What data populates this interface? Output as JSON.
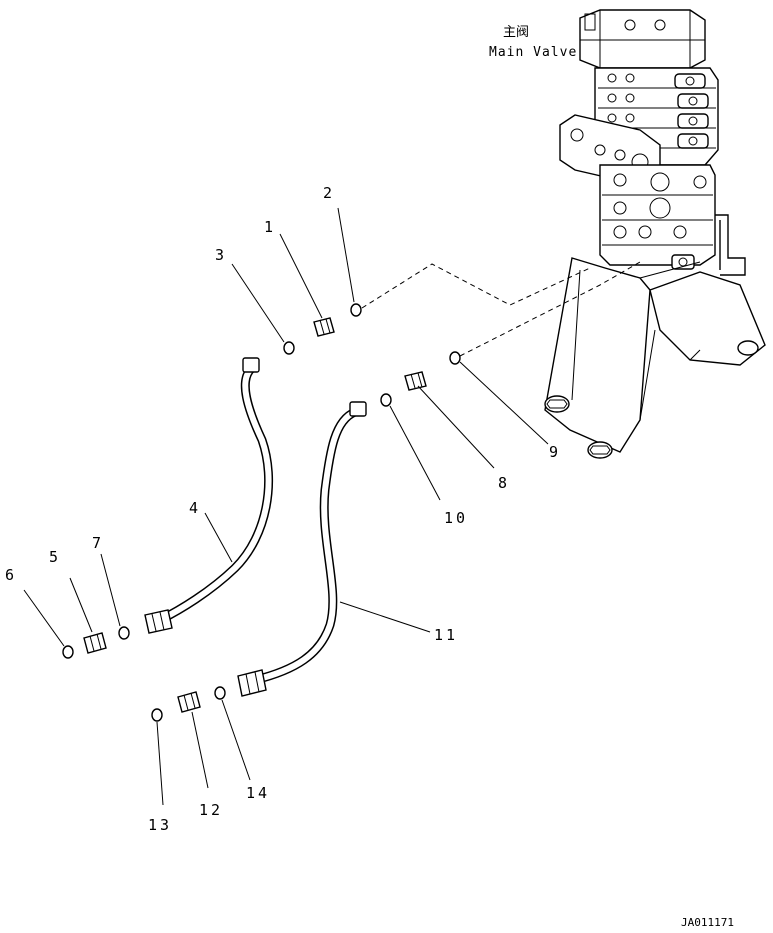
{
  "title": {
    "cn": "主阀",
    "en": "Main Valve"
  },
  "parts": [
    {
      "number": "1"
    },
    {
      "number": "2"
    },
    {
      "number": "3"
    },
    {
      "number": "4"
    },
    {
      "number": "5"
    },
    {
      "number": "6"
    },
    {
      "number": "7"
    },
    {
      "number": "8"
    },
    {
      "number": "9"
    },
    {
      "number": "10"
    },
    {
      "number": "11"
    },
    {
      "number": "12"
    },
    {
      "number": "13"
    },
    {
      "number": "14"
    }
  ],
  "drawing_code": "JA011171"
}
